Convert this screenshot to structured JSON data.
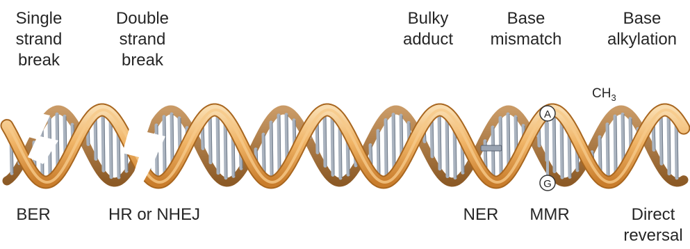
{
  "damage_labels": {
    "single_strand_break": [
      "Single",
      "strand",
      "break"
    ],
    "double_strand_break": [
      "Double",
      "strand",
      "break"
    ],
    "bulky_adduct": [
      "Bulky",
      "adduct"
    ],
    "base_mismatch": [
      "Base",
      "mismatch"
    ],
    "base_alkylation": [
      "Base",
      "alkylation"
    ]
  },
  "repair_labels": {
    "ber": [
      "BER"
    ],
    "hr_nhej": [
      "HR or NHEJ"
    ],
    "ner": [
      "NER"
    ],
    "mmr": [
      "MMR"
    ],
    "direct_reversal": [
      "Direct",
      "reversal"
    ]
  },
  "methyl_label": {
    "main": "CH",
    "sub": "3"
  },
  "mismatch_bases": {
    "top": "A",
    "bottom": "G"
  },
  "colors": {
    "strand_light": "#f6c98a",
    "strand_mid": "#e9a24d",
    "strand_dark": "#a8661f",
    "back_strand": "#b98a5a",
    "rung": "#aab3bf",
    "rung_dark": "#6f7a88",
    "text": "#262626"
  }
}
